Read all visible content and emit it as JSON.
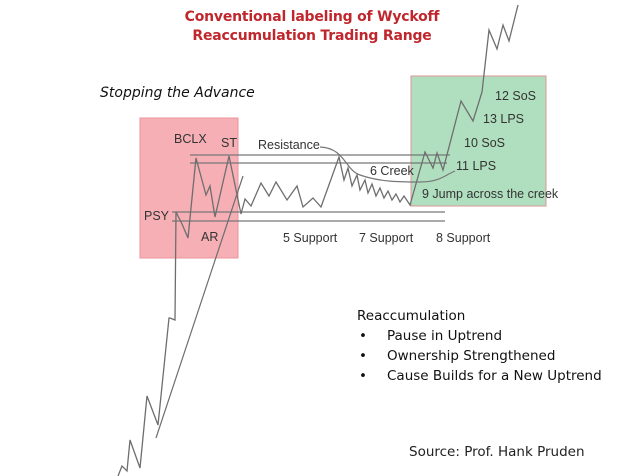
{
  "title": {
    "line1": "Conventional labeling of Wyckoff",
    "line2": "Reaccumulation Trading Range"
  },
  "subtitle": "Stopping the Advance",
  "colors": {
    "title": "#c0272d",
    "stopping_box": "#f4a7ae",
    "breakout_box": "#a8dcb9",
    "price_line": "#6e6e6e"
  },
  "diagram": {
    "labels": {
      "bclx": "BCLX",
      "st": "ST",
      "psy": "PSY",
      "ar": "AR",
      "resistance": "Resistance",
      "creek": "6 Creek",
      "support5": "5 Support",
      "support7": "7 Support",
      "support8": "8 Support",
      "jump": "9 Jump across the creek",
      "sos10": "10 SoS",
      "lps11": "11 LPS",
      "sos12": "12 SoS",
      "lps13": "13 LPS"
    }
  },
  "notes": {
    "heading": "Reaccumulation",
    "bullets": [
      "Pause in Uptrend",
      "Ownership Strengthened",
      "Cause Builds for a New Uptrend"
    ]
  },
  "source": "Source: Prof. Hank Pruden"
}
